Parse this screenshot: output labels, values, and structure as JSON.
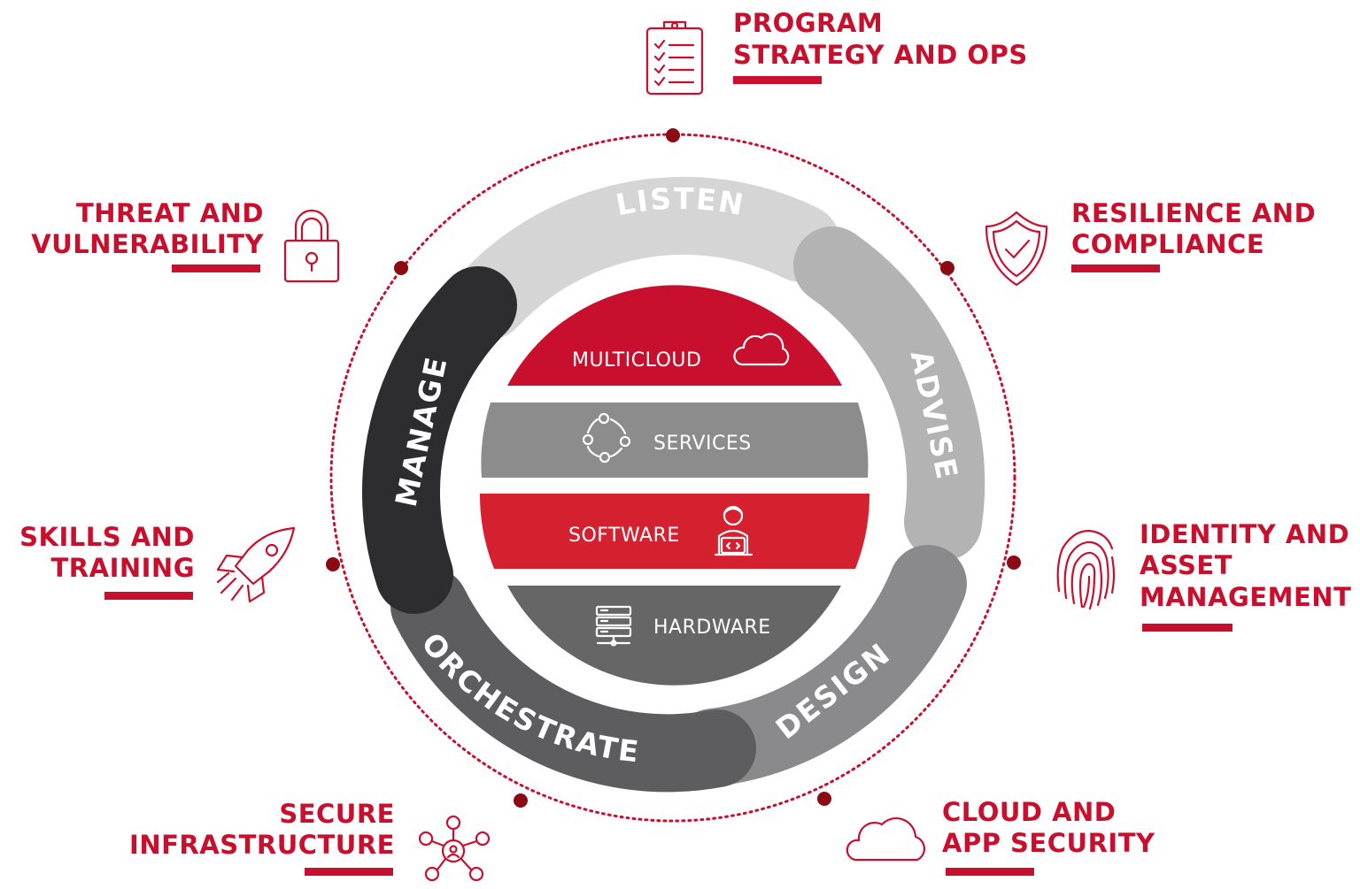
{
  "colors": {
    "accent_red": "#c8102e",
    "dark_dot": "#8b0a14",
    "ring_listen": "#d5d5d5",
    "ring_advise": "#b3b3b3",
    "ring_design": "#8a8a8c",
    "ring_orchestrate": "#5d5d60",
    "ring_manage": "#2d2d30",
    "layer_multicloud": "#c8102e",
    "layer_services": "#8c8c8c",
    "layer_software": "#d4202f",
    "layer_hardware": "#666666"
  },
  "ring": {
    "listen": "LISTEN",
    "advise": "ADVISE",
    "design": "DESIGN",
    "orchestrate": "ORCHESTRATE",
    "manage": "MANAGE"
  },
  "layers": {
    "multicloud": {
      "label": "MULTICLOUD",
      "icon": "cloud-icon"
    },
    "services": {
      "label": "SERVICES",
      "icon": "cycle-icon"
    },
    "software": {
      "label": "SOFTWARE",
      "icon": "developer-icon"
    },
    "hardware": {
      "label": "HARDWARE",
      "icon": "server-icon"
    }
  },
  "capabilities": {
    "program": {
      "line1": "PROGRAM",
      "line2": "STRATEGY AND OPS",
      "icon": "clipboard-checklist-icon"
    },
    "resilience": {
      "line1": "RESILIENCE AND",
      "line2": "COMPLIANCE",
      "icon": "shield-check-icon"
    },
    "identity": {
      "line1": "IDENTITY AND",
      "line2": "ASSET",
      "line3": "MANAGEMENT",
      "icon": "fingerprint-icon"
    },
    "cloud": {
      "line1": "CLOUD AND",
      "line2": "APP SECURITY",
      "icon": "cloud-icon"
    },
    "infra": {
      "line1": "SECURE",
      "line2": "INFRASTRUCTURE",
      "icon": "network-hub-icon"
    },
    "skills": {
      "line1": "SKILLS AND",
      "line2": "TRAINING",
      "icon": "rocket-icon"
    },
    "threat": {
      "line1": "THREAT AND",
      "line2": "VULNERABILITY",
      "icon": "padlock-icon"
    }
  }
}
